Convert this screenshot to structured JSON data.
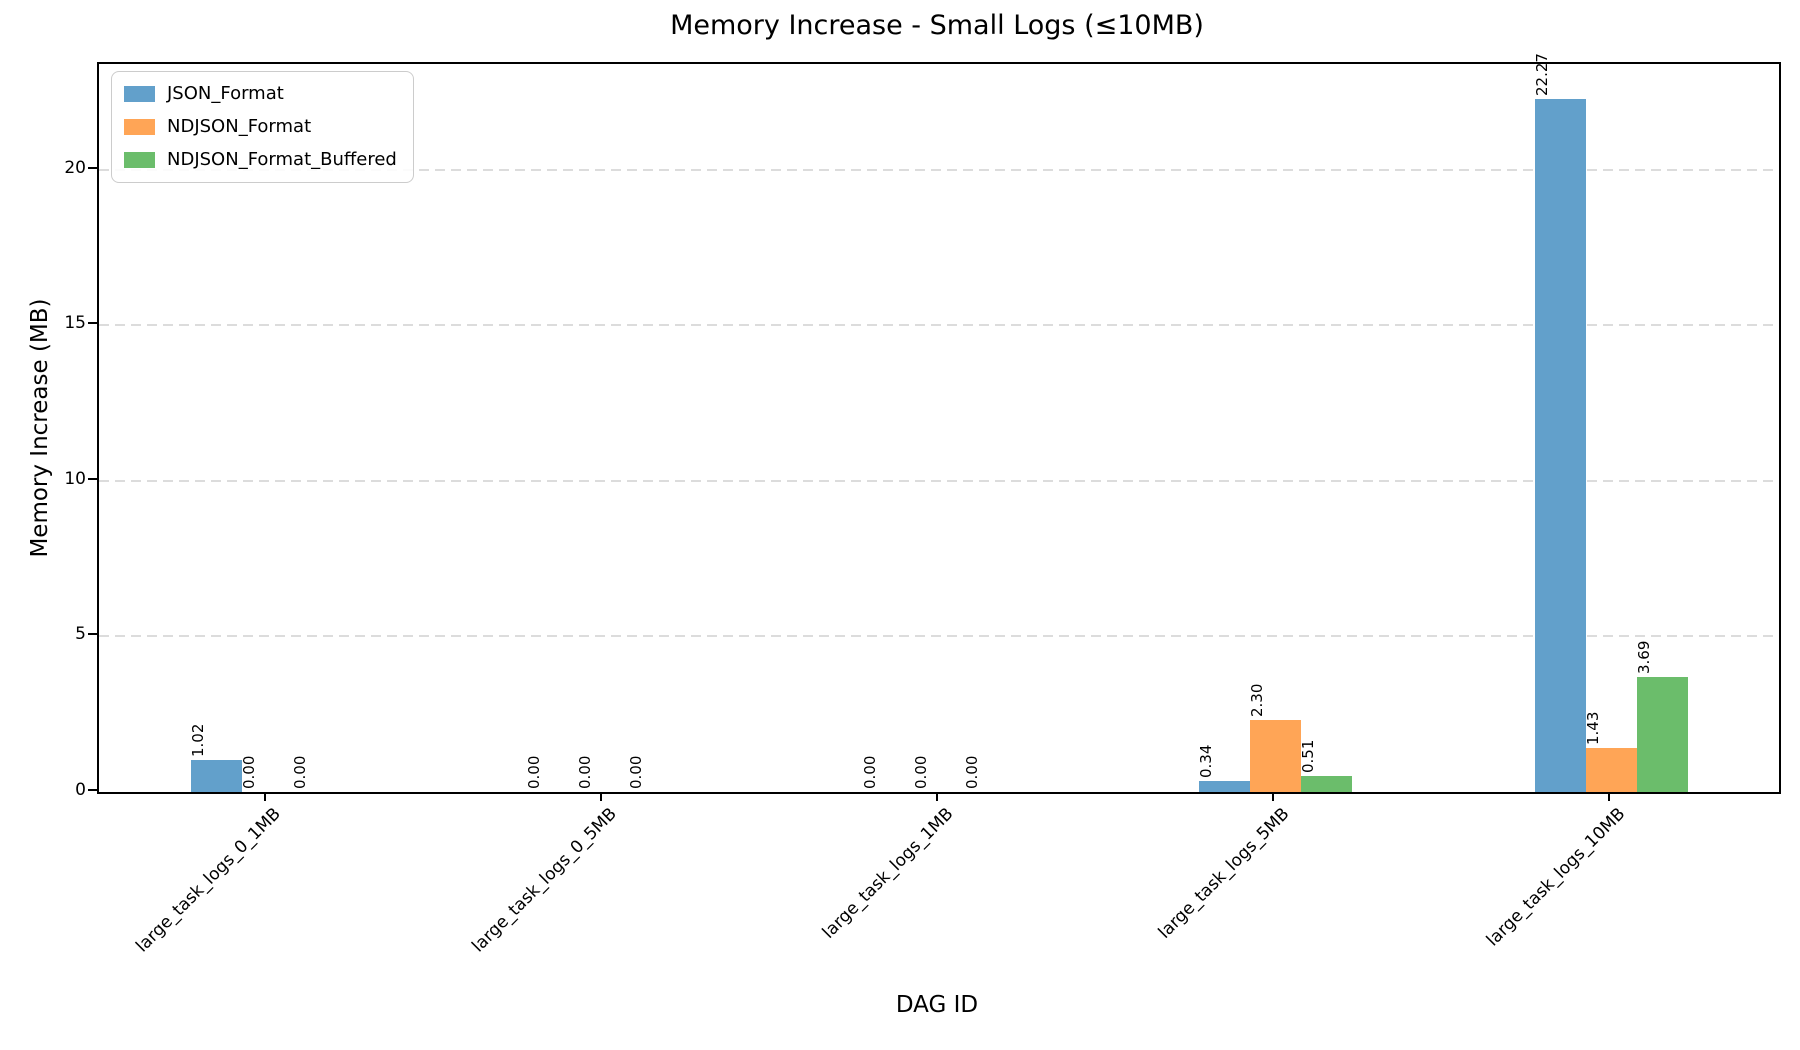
{
  "chart_data": {
    "type": "bar",
    "title": "Memory Increase - Small Logs (≤10MB)",
    "xlabel": "DAG ID",
    "ylabel": "Memory Increase (MB)",
    "categories": [
      "large_task_logs_0_1MB",
      "large_task_logs_0_5MB",
      "large_task_logs_1MB",
      "large_task_logs_5MB",
      "large_task_logs_10MB"
    ],
    "series": [
      {
        "name": "JSON_Format",
        "color": "#62a0cb",
        "values": [
          1.02,
          0.0,
          0.0,
          0.34,
          22.27
        ],
        "value_labels": [
          "1.02",
          "0.00",
          "0.00",
          "0.34",
          "22.27"
        ]
      },
      {
        "name": "NDJSON_Format",
        "color": "#ffa556",
        "values": [
          0.0,
          0.0,
          0.0,
          2.3,
          1.43
        ],
        "value_labels": [
          "0.00",
          "0.00",
          "0.00",
          "2.30",
          "1.43"
        ]
      },
      {
        "name": "NDJSON_Format_Buffered",
        "color": "#6bbd6b",
        "values": [
          0.0,
          0.0,
          0.0,
          0.51,
          3.69
        ],
        "value_labels": [
          "0.00",
          "0.00",
          "0.00",
          "0.51",
          "3.69"
        ]
      }
    ],
    "yticks": [
      0,
      5,
      10,
      15,
      20
    ],
    "ylim": [
      0,
      23.4
    ],
    "grid": {
      "axis": "y",
      "style": "dashed",
      "color": "#dcdcdc"
    },
    "legend_position": "upper-left",
    "colors": {
      "spine": "#000000",
      "text": "#000000",
      "background": "#ffffff"
    }
  }
}
